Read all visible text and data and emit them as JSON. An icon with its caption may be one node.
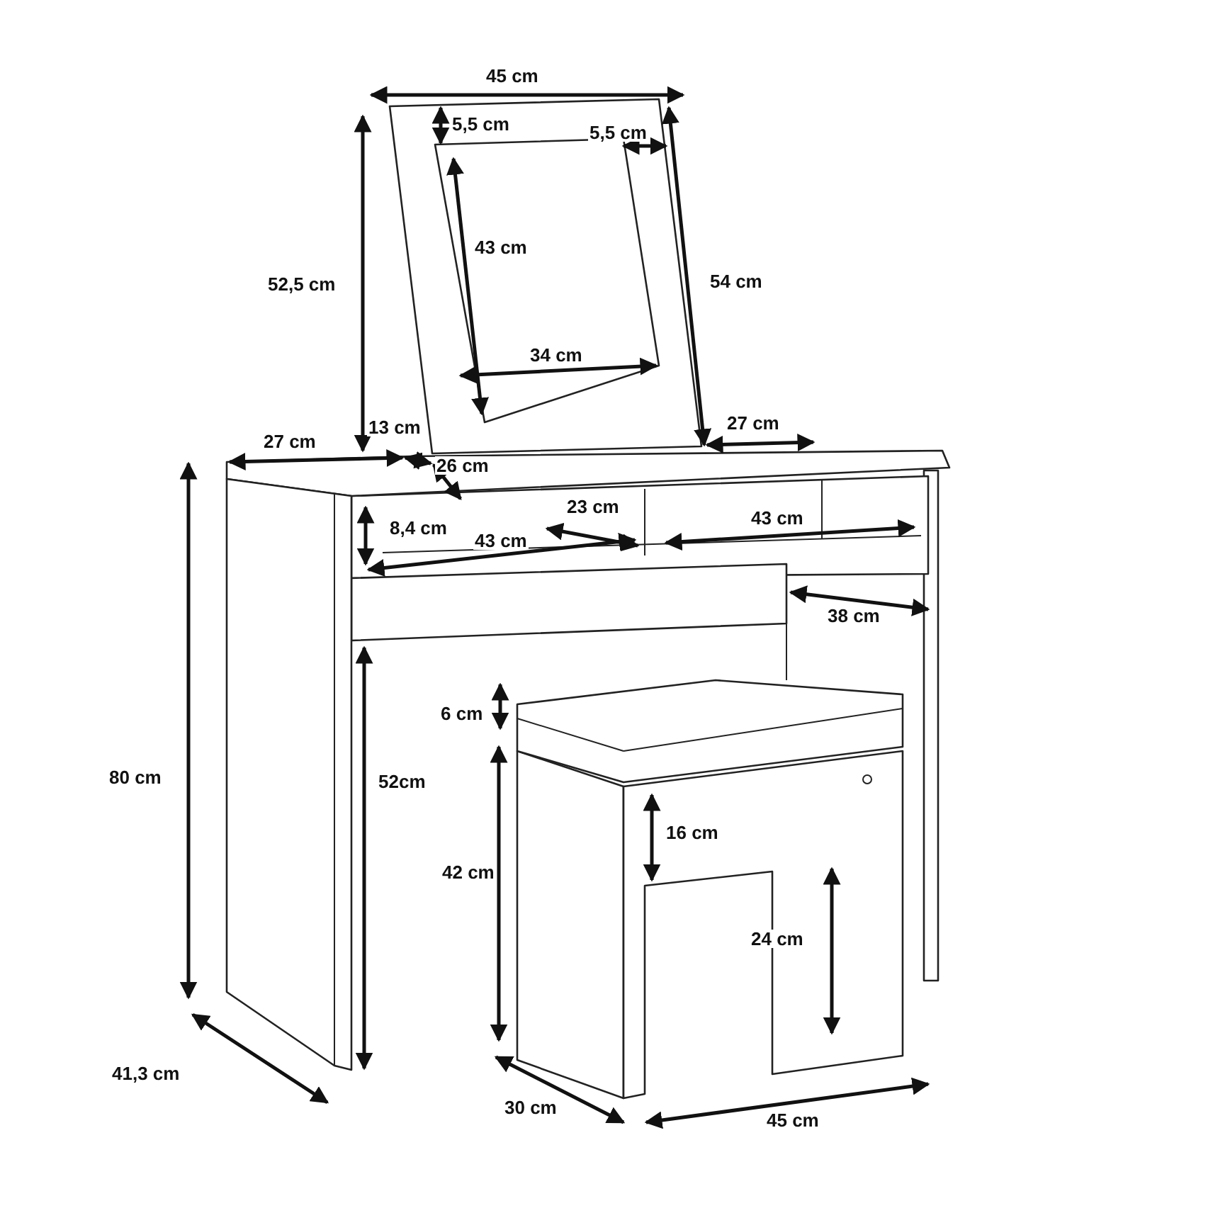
{
  "diagram": {
    "labels": [
      "45 cm",
      "5,5 cm",
      "5,5 cm",
      "43 cm",
      "52,5 cm",
      "54 cm",
      "34 cm",
      "27 cm",
      "13 cm",
      "27 cm",
      "26 cm",
      "23 cm",
      "8,4 cm",
      "43 cm",
      "43 cm",
      "38 cm",
      "6 cm",
      "80 cm",
      "52cm",
      "16 cm",
      "42 cm",
      "24 cm",
      "41,3 cm",
      "30 cm",
      "45 cm"
    ]
  }
}
